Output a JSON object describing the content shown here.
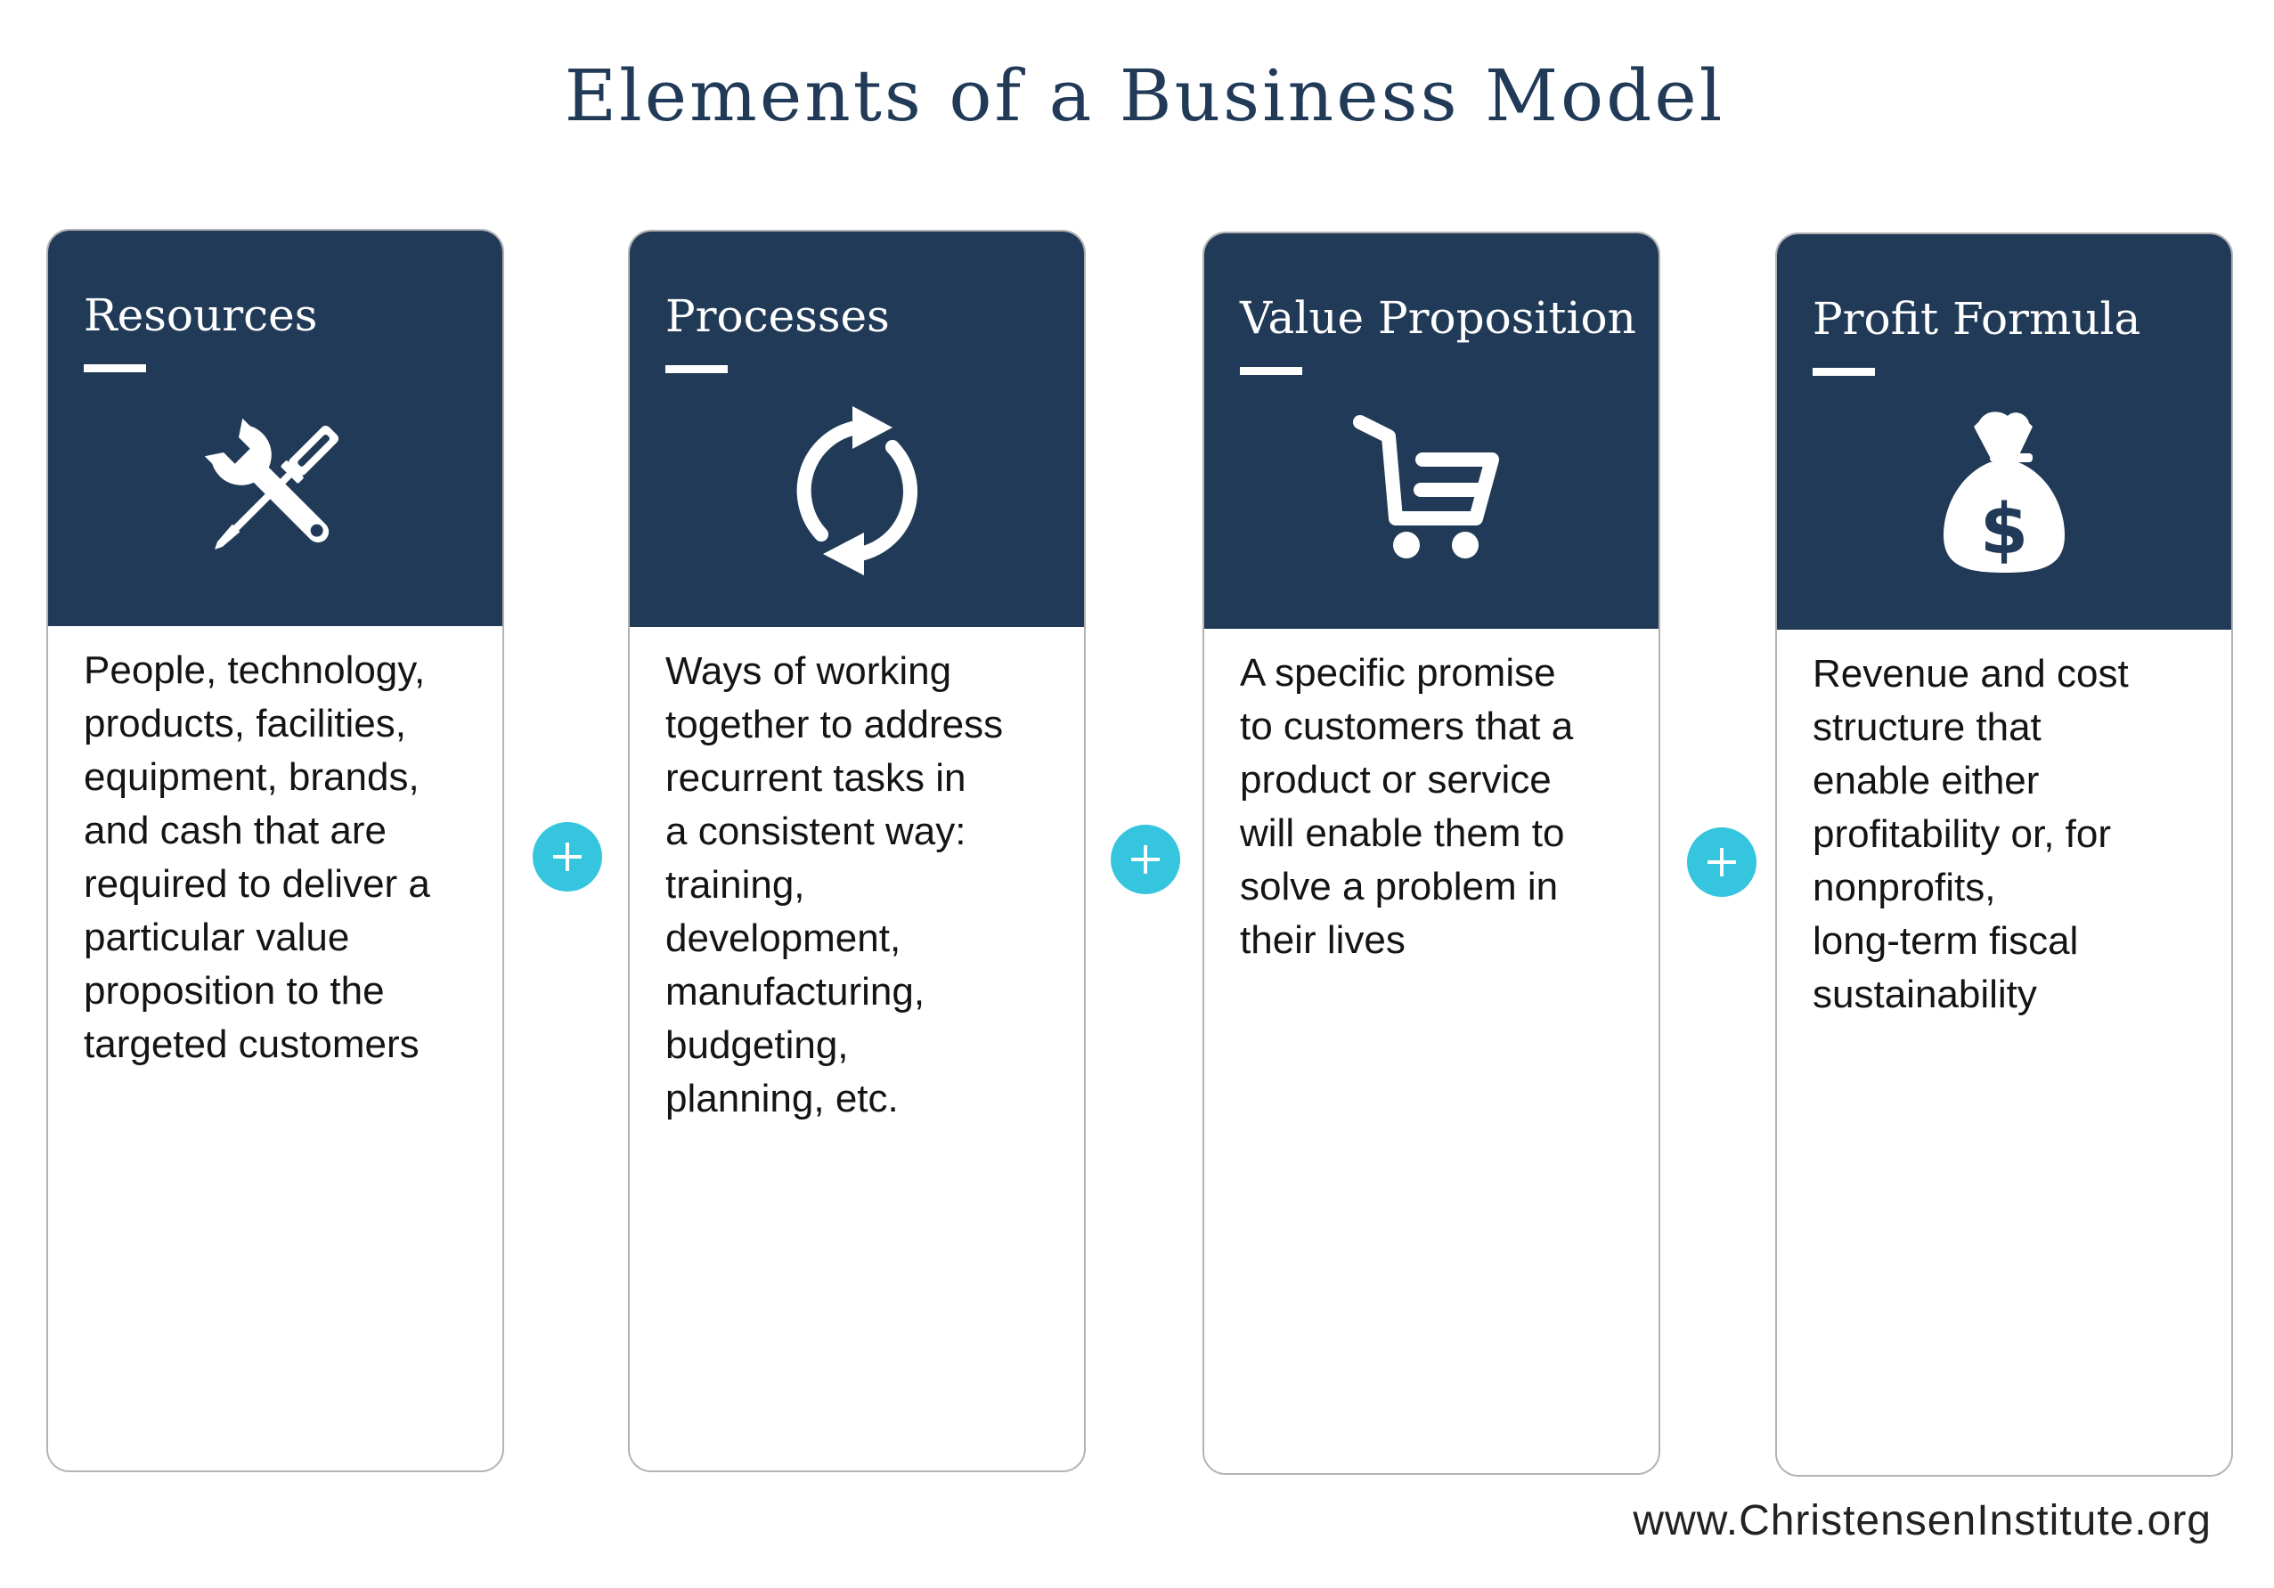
{
  "title": "Elements of a Business Model",
  "colors": {
    "header_bg": "#213a57",
    "plus_accent": "#36c5de",
    "card_border": "#b3b3b3",
    "body_text": "#141414"
  },
  "cards": [
    {
      "title": "Resources",
      "icon": "wrench-screwdriver-icon",
      "lines": [
        "People, technology,",
        "products, facilities,",
        "equipment, brands,",
        "and cash that are",
        "required to deliver a",
        "particular value",
        "proposition to the",
        "targeted customers"
      ]
    },
    {
      "title": "Processes",
      "icon": "refresh-cycle-icon",
      "lines": [
        "Ways of working",
        "together to address",
        "recurrent tasks in",
        "a consistent way:",
        "training,",
        "development,",
        "manufacturing,",
        "budgeting,",
        "planning, etc."
      ]
    },
    {
      "title": "Value Proposition",
      "icon": "shopping-cart-icon",
      "lines": [
        "A specific promise",
        "to customers that a",
        "product or service",
        "will enable them to",
        "solve a problem in",
        "their lives"
      ]
    },
    {
      "title": "Profit Formula",
      "icon": "money-bag-icon",
      "lines": [
        "Revenue and cost",
        "structure that",
        "enable either",
        "profitability or, for",
        "nonprofits,",
        "long-term fiscal",
        "sustainability"
      ]
    }
  ],
  "connectors": [
    {
      "icon": "plus-icon"
    },
    {
      "icon": "plus-icon"
    },
    {
      "icon": "plus-icon"
    }
  ],
  "footer": {
    "url": "www.ChristensenInstitute.org"
  }
}
